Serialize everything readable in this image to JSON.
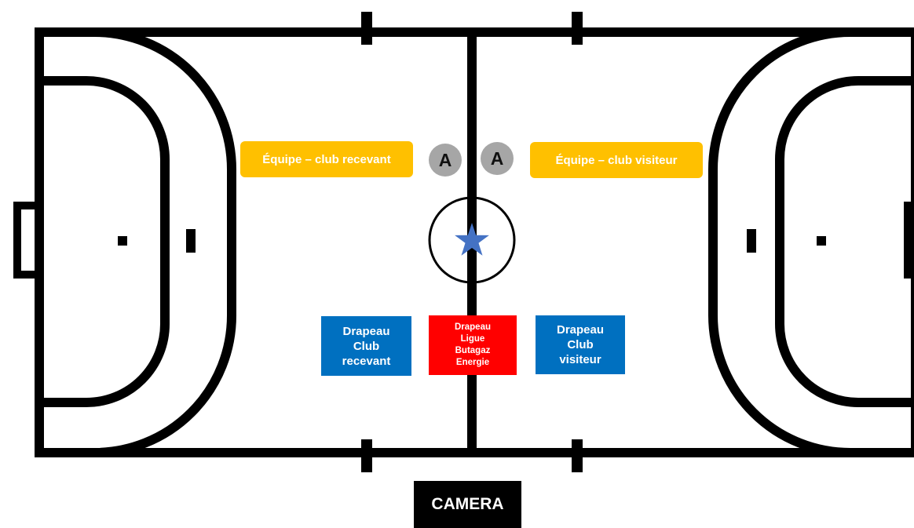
{
  "colors": {
    "court_lines": "#000000",
    "team_label_bg": "#ffc000",
    "referee_bg": "#a6a6a6",
    "club_flag_bg": "#0070c0",
    "league_flag_bg": "#ff0000",
    "camera_bg": "#000000",
    "center_star": "#4472c4"
  },
  "icons": {
    "center": "star-icon"
  },
  "teams": {
    "home": "Équipe – club recevant",
    "away": "Équipe – club visiteur"
  },
  "referees": {
    "left": "A",
    "right": "A"
  },
  "flags": {
    "home": [
      "Drapeau",
      "Club",
      "recevant"
    ],
    "league": [
      "Drapeau",
      "Ligue",
      "Butagaz",
      "Energie"
    ],
    "away": [
      "Drapeau",
      "Club",
      "visiteur"
    ]
  },
  "camera": "CAMERA"
}
